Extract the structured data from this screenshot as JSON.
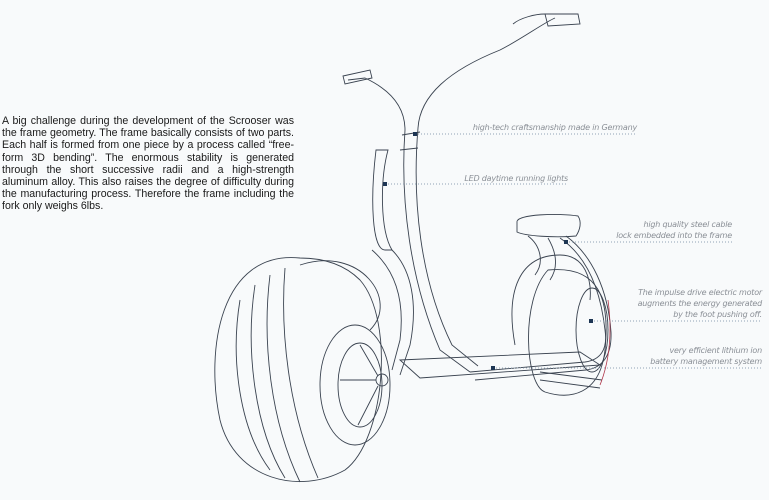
{
  "intro_text": "A big challenge during the development of the Scrooser was the frame geometry. The frame basically consists of two parts. Each half is formed from one piece by a process called “free-form 3D bending”. The enormous stability is generated through the short successive radii and a high-strength aluminum alloy. This also raises the degree of difficulty during the manufacturing process. Therefore the frame including the fork only weighs 6lbs.",
  "annotations": [
    {
      "lines": [
        "high-tech craftsmanship made in Germany"
      ]
    },
    {
      "lines": [
        "LED daytime running lights"
      ]
    },
    {
      "lines": [
        "high quality steel cable",
        "lock embedded into the frame"
      ]
    },
    {
      "lines": [
        "The impulse drive electric motor",
        "augments the energy generated",
        "by the foot pushing off."
      ]
    },
    {
      "lines": [
        "very efficient lithium ion",
        "battery management system"
      ]
    }
  ],
  "colors": {
    "line": "#3a4350",
    "marker": "#1d3553",
    "dots": "#8fa3b5",
    "accent": "#b0364a"
  }
}
